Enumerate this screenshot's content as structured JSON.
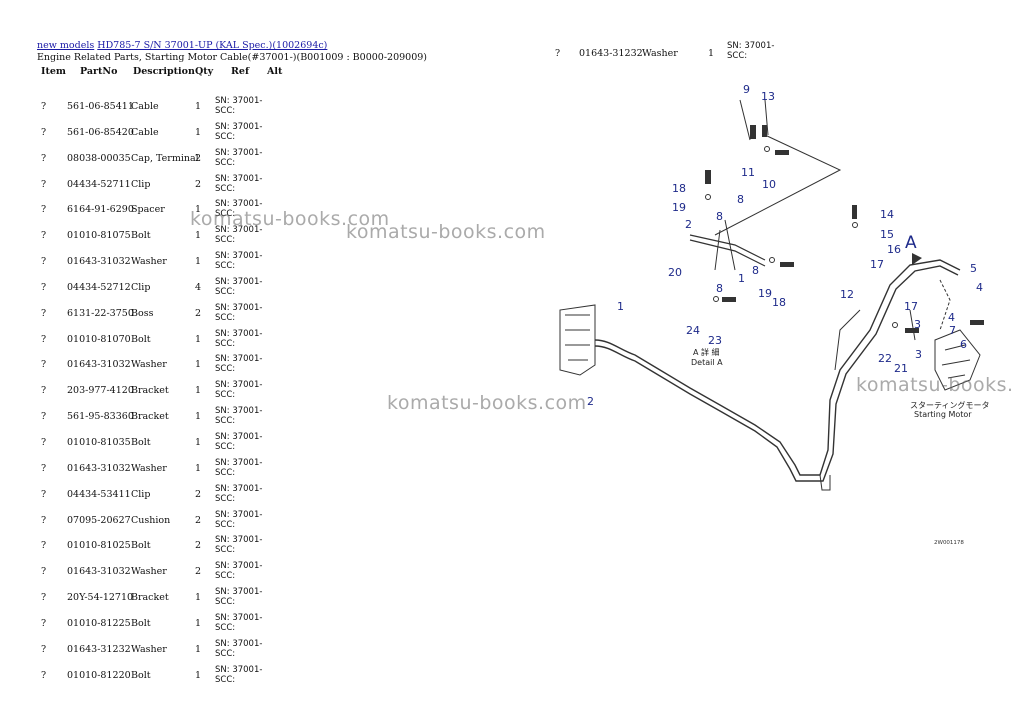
{
  "breadcrumb": {
    "link1": "new models",
    "link2": "HD785-7 S/N 37001-UP (KAL Spec.)(1002694c)"
  },
  "subtitle": "Engine Related Parts, Starting Motor Cable(#37001-)(B001009 : B0000-209009)",
  "columns": {
    "item": "Item",
    "part": "PartNo",
    "desc": "Description",
    "qty": "Qty",
    "ref": "Ref",
    "alt": "Alt"
  },
  "rows": [
    {
      "item": "?",
      "part": "561-06-85411",
      "desc": "Cable",
      "qty": "1",
      "ref": "SN: 37001- SCC:"
    },
    {
      "item": "?",
      "part": "561-06-85420",
      "desc": "Cable",
      "qty": "1",
      "ref": "SN: 37001- SCC:"
    },
    {
      "item": "?",
      "part": "08038-00035",
      "desc": "Cap, Terminal",
      "qty": "2",
      "ref": "SN: 37001- SCC:"
    },
    {
      "item": "?",
      "part": "04434-52711",
      "desc": "Clip",
      "qty": "2",
      "ref": "SN: 37001- SCC:"
    },
    {
      "item": "?",
      "part": "6164-91-6290",
      "desc": "Spacer",
      "qty": "1",
      "ref": "SN: 37001- SCC:"
    },
    {
      "item": "?",
      "part": "01010-81075",
      "desc": "Bolt",
      "qty": "1",
      "ref": "SN: 37001- SCC:"
    },
    {
      "item": "?",
      "part": "01643-31032",
      "desc": "Washer",
      "qty": "1",
      "ref": "SN: 37001- SCC:"
    },
    {
      "item": "?",
      "part": "04434-52712",
      "desc": "Clip",
      "qty": "4",
      "ref": "SN: 37001- SCC:"
    },
    {
      "item": "?",
      "part": "6131-22-3750",
      "desc": "Boss",
      "qty": "2",
      "ref": "SN: 37001- SCC:"
    },
    {
      "item": "?",
      "part": "01010-81070",
      "desc": "Bolt",
      "qty": "1",
      "ref": "SN: 37001- SCC:"
    },
    {
      "item": "?",
      "part": "01643-31032",
      "desc": "Washer",
      "qty": "1",
      "ref": "SN: 37001- SCC:"
    },
    {
      "item": "?",
      "part": "203-977-4120",
      "desc": "Bracket",
      "qty": "1",
      "ref": "SN: 37001- SCC:"
    },
    {
      "item": "?",
      "part": "561-95-83360",
      "desc": "Bracket",
      "qty": "1",
      "ref": "SN: 37001- SCC:"
    },
    {
      "item": "?",
      "part": "01010-81035",
      "desc": "Bolt",
      "qty": "1",
      "ref": "SN: 37001- SCC:"
    },
    {
      "item": "?",
      "part": "01643-31032",
      "desc": "Washer",
      "qty": "1",
      "ref": "SN: 37001- SCC:"
    },
    {
      "item": "?",
      "part": "04434-53411",
      "desc": "Clip",
      "qty": "2",
      "ref": "SN: 37001- SCC:"
    },
    {
      "item": "?",
      "part": "07095-20627",
      "desc": "Cushion",
      "qty": "2",
      "ref": "SN: 37001- SCC:"
    },
    {
      "item": "?",
      "part": "01010-81025",
      "desc": "Bolt",
      "qty": "2",
      "ref": "SN: 37001- SCC:"
    },
    {
      "item": "?",
      "part": "01643-31032",
      "desc": "Washer",
      "qty": "2",
      "ref": "SN: 37001- SCC:"
    },
    {
      "item": "?",
      "part": "20Y-54-12710",
      "desc": "Bracket",
      "qty": "1",
      "ref": "SN: 37001- SCC:"
    },
    {
      "item": "?",
      "part": "01010-81225",
      "desc": "Bolt",
      "qty": "1",
      "ref": "SN: 37001- SCC:"
    },
    {
      "item": "?",
      "part": "01643-31232",
      "desc": "Washer",
      "qty": "1",
      "ref": "SN: 37001- SCC:"
    },
    {
      "item": "?",
      "part": "01010-81220",
      "desc": "Bolt",
      "qty": "1",
      "ref": "SN: 37001- SCC:"
    }
  ],
  "continued_row": {
    "item": "?",
    "part": "01643-31232",
    "desc": "Washer",
    "qty": "1",
    "ref": "SN: 37001- SCC:"
  },
  "watermark": "komatsu-books.com",
  "watermark_cut": "komatsu-books.",
  "diagram": {
    "detail_label_jp": "A 詳 細",
    "detail_label_en": "Detail A",
    "motor_label_jp": "スターティングモータ",
    "motor_label_en": "Starting Motor",
    "arrow_letter": "A",
    "figure_code": "2W001178",
    "callouts": [
      "1",
      "2",
      "3",
      "4",
      "5",
      "6",
      "7",
      "8",
      "9",
      "10",
      "11",
      "12",
      "13",
      "14",
      "15",
      "16",
      "17",
      "18",
      "19",
      "20",
      "21",
      "22",
      "23",
      "24"
    ]
  }
}
